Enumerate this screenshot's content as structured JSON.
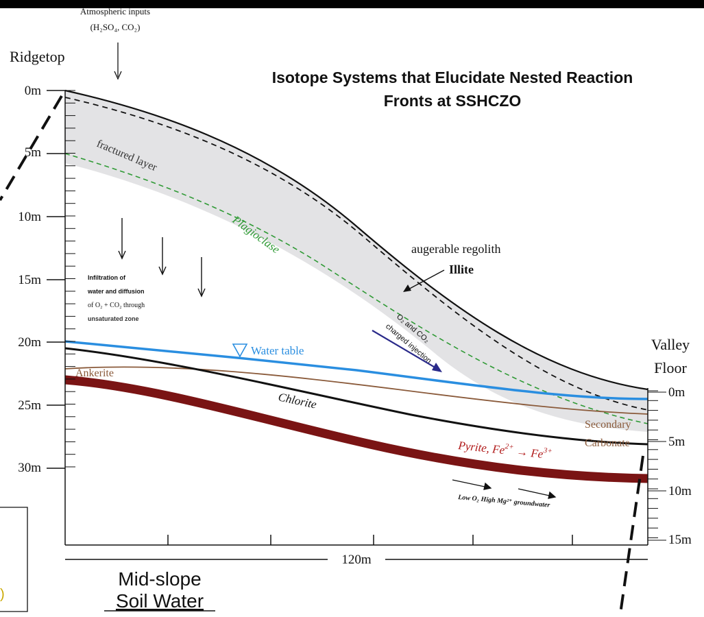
{
  "title_line1": "Isotope Systems that Elucidate Nested Reaction",
  "title_line2": "Fronts at SSHCZO",
  "atmospheric": {
    "line1": "Atmospheric inputs",
    "line2": "(H₂SO₄, CO₂)"
  },
  "ridgetop": "Ridgetop",
  "valley_line1": "Valley",
  "valley_line2": "Floor",
  "left_axis_ticks": [
    "0m",
    "5m",
    "10m",
    "15m",
    "20m",
    "25m",
    "30m"
  ],
  "right_axis_ticks": [
    "0m",
    "5m",
    "10m",
    "15m"
  ],
  "distance_label": "120m",
  "labels": {
    "fractured_layer": "fractured layer",
    "plagioclase": "Plagioclase",
    "augerable_regolith": "augerable regolith",
    "illite": "Illite",
    "infiltration": [
      "Infiltration of",
      "water and diffusion",
      "of O₂ + CO₂ through",
      "unsaturated zone"
    ],
    "water_table": "Water table",
    "ankerite": "Ankerite",
    "chlorite": "Chlorite",
    "secondary_line1": "Secondary",
    "secondary_line2": "Carbonate",
    "pyrite_main": "Pyrite, Fe",
    "pyrite_sup1": "2+",
    "pyrite_arrow": " → Fe",
    "pyrite_sup2": "3+",
    "o2_co2": [
      "O₂ and CO₂",
      "charged injection"
    ],
    "groundwater": "Low O₂ High Mg²⁺ groundwater"
  },
  "bottom_label_line1": "Mid-slope",
  "bottom_label_line2": "Soil Water",
  "left_box_partial_text": ")",
  "colors": {
    "regolith_fill": "#e3e3e5",
    "water_table": "#2a8ee0",
    "plagioclase": "#2f9a35",
    "ankerite": "#8a5a3a",
    "pyrite": "#7a1414",
    "injection_arrow": "#2a2a8a"
  }
}
